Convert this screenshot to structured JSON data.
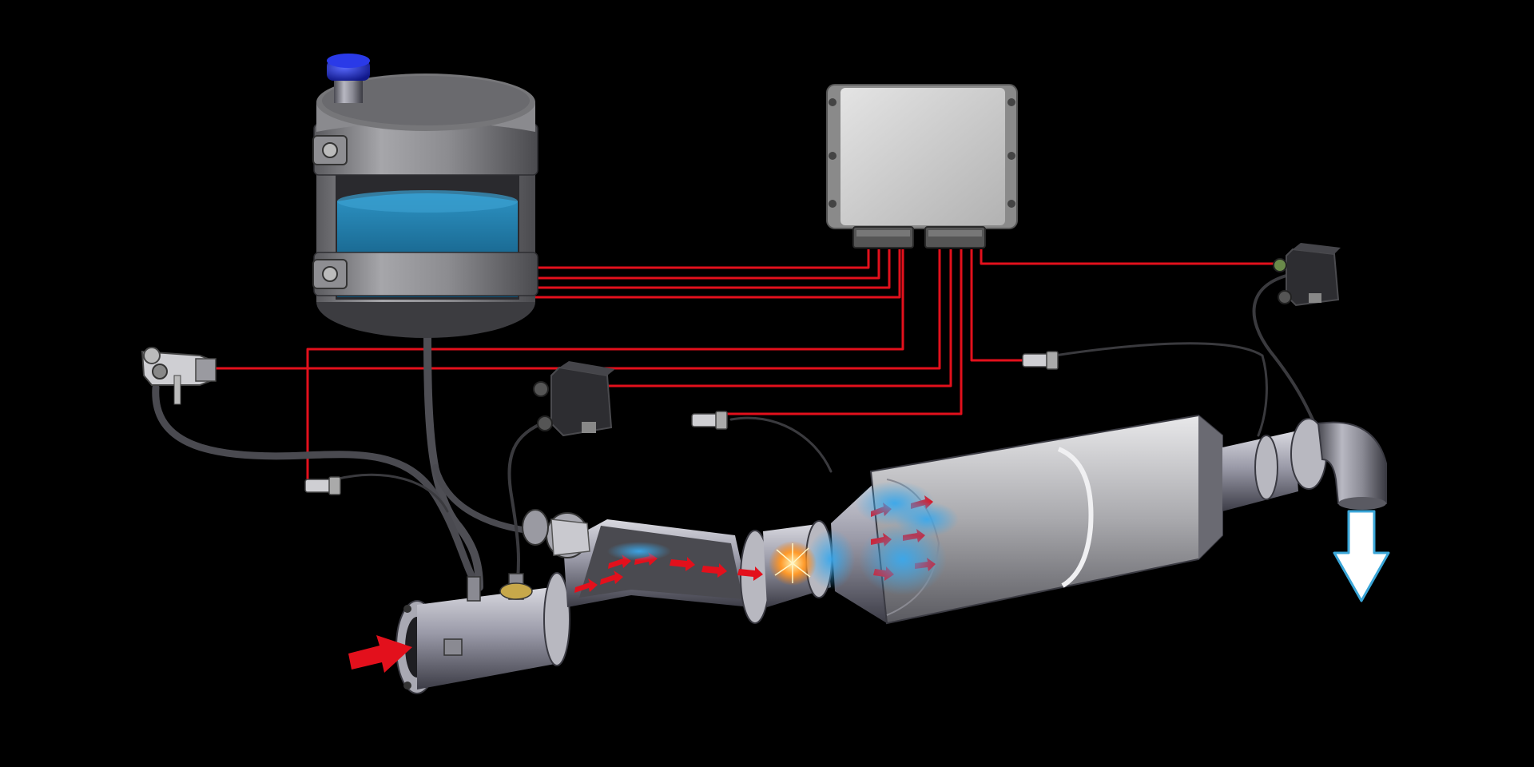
{
  "diagram": {
    "background": "#000000",
    "components": [
      {
        "id": "def-tank",
        "icon": "fluid-tank-icon",
        "fluid_color": "#1a7fae",
        "cap_color": "#1b2bd6"
      },
      {
        "id": "ecu",
        "icon": "control-unit-icon"
      },
      {
        "id": "nox-sensor-module-upstream",
        "icon": "sensor-module-icon"
      },
      {
        "id": "nox-sensor-module-downstream",
        "icon": "sensor-module-icon"
      },
      {
        "id": "pressure-sensor",
        "icon": "pressure-sensor-icon"
      },
      {
        "id": "temperature-sensor-1",
        "icon": "temperature-probe-icon"
      },
      {
        "id": "temperature-sensor-2",
        "icon": "temperature-probe-icon"
      },
      {
        "id": "temperature-sensor-3",
        "icon": "temperature-probe-icon"
      },
      {
        "id": "doser",
        "icon": "injector-icon"
      },
      {
        "id": "exhaust-pipe",
        "icon": "pipe-icon"
      },
      {
        "id": "mixer",
        "icon": "mixer-icon"
      },
      {
        "id": "scr-catalyst",
        "icon": "catalyst-icon"
      },
      {
        "id": "exhaust-outlet",
        "icon": "elbow-pipe-icon"
      }
    ],
    "wire_color": "#e3101c",
    "flow": {
      "inlet_arrow_color": "#e3101c",
      "outlet_arrow_color": "#ffffff",
      "outlet_arrow_outline": "#3aa6d8",
      "spray_color": "#2a9ee0"
    }
  }
}
